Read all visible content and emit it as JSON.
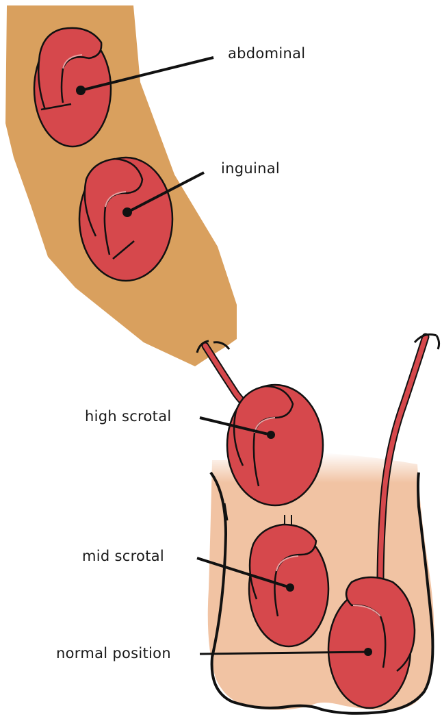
{
  "labels": {
    "abdominal": "abdominal",
    "inguinal": "inguinal",
    "high_scrotal": "high scrotal",
    "mid_scrotal": "mid scrotal",
    "normal_position": "normal position"
  },
  "colors": {
    "abdomen_skin": "#d9a05e",
    "scrotum_skin": "#f1c3a3",
    "testis": "#d6484c",
    "outline": "#111111",
    "epididymis_line": "#e8a0a0"
  }
}
